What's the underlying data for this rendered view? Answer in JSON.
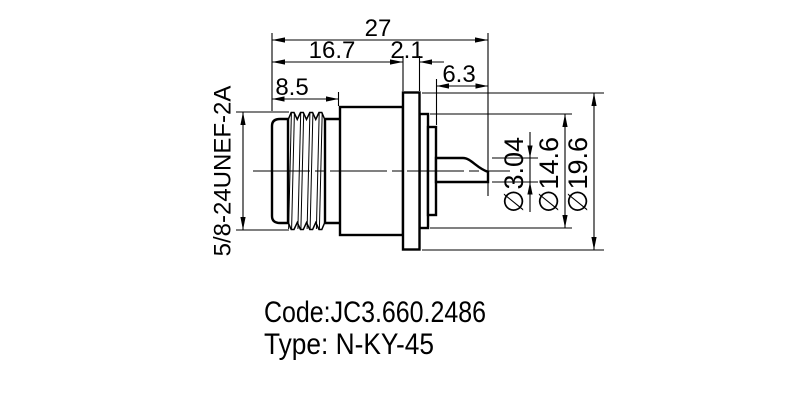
{
  "drawing": {
    "colors": {
      "line": "#000000",
      "background": "#ffffff"
    },
    "dimensions": {
      "overall_length": "27",
      "front_length": "16.7",
      "flange_thickness": "2.1",
      "rear_length": "6.3",
      "coupling_nut_length": "8.5",
      "thread_spec": "5/8-24UNEF-2A",
      "contact_diameter": "∅3.04",
      "bushing_diameter": "∅14.6",
      "flange_diameter": "∅19.6"
    },
    "notes": {
      "code": "Code:JC3.660.2486",
      "type": "Type: N-KY-45"
    }
  }
}
